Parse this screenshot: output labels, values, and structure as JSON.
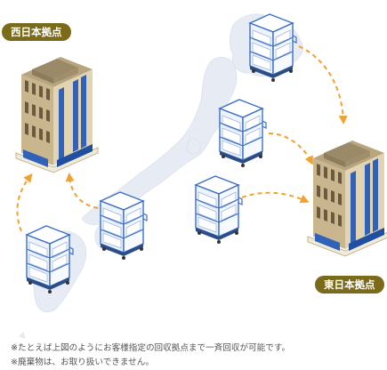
{
  "labels": {
    "west_base": "西日本拠点",
    "east_base": "東日本拠点"
  },
  "notes": [
    "※たとえば上図のようにお客様指定の回収拠点まで一斉回収が可能です。",
    "※廃棄物は、お取り扱いできません。"
  ],
  "colors": {
    "badge": "#7a6a1a",
    "arrow": "#f0a12e",
    "map": "#e6ebf4",
    "cart": "#3a6fc4",
    "building_wall": "#c9b58e",
    "building_window": "#2f62b8"
  },
  "icons": [
    "building-icon",
    "cart-icon",
    "japan-map"
  ]
}
